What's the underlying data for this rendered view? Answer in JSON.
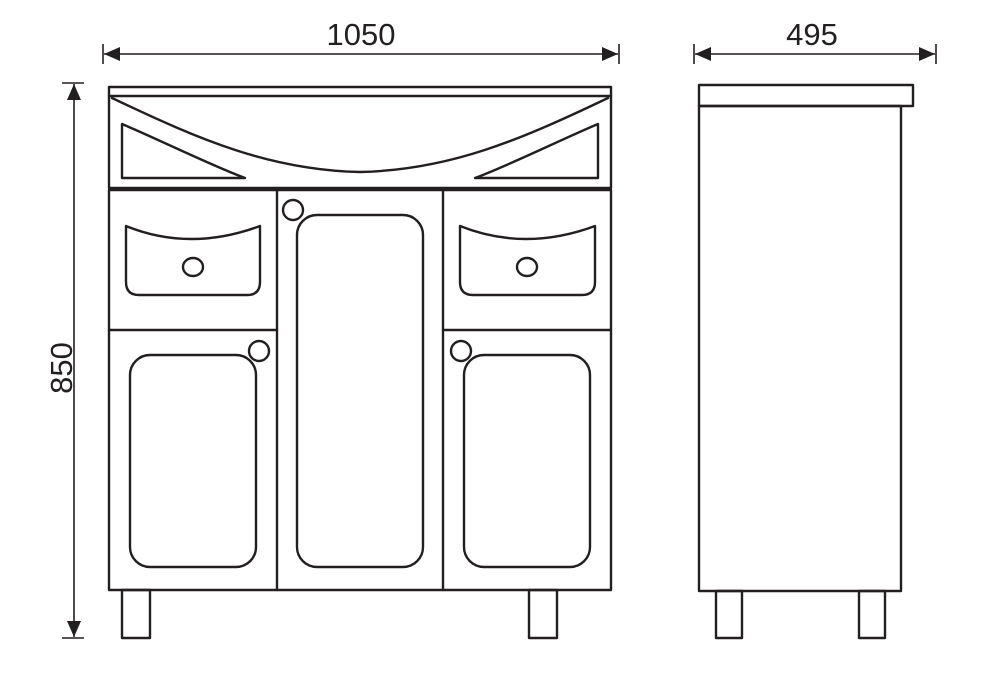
{
  "dimensions": {
    "width": "1050",
    "side_depth": "495",
    "height": "850"
  }
}
